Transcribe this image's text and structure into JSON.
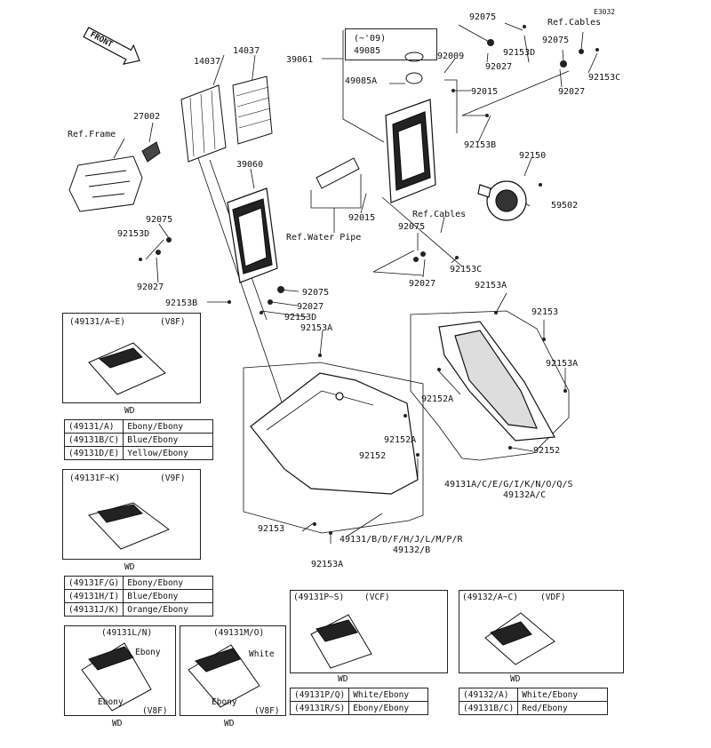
{
  "diagram_code": "E3032",
  "front_label": "FRONT",
  "part_labels": {
    "p14037a": "14037",
    "p14037b": "14037",
    "p39061": "39061",
    "p27002": "27002",
    "ref_frame": "Ref.Frame",
    "p39060": "39060",
    "p92075_l": "92075",
    "p92153d_l": "92153D",
    "p92027_l": "92027",
    "p92153b_l": "92153B",
    "p92075_m": "92075",
    "p92027_m": "92027",
    "p92153d_m": "92153D",
    "p92153a_m": "92153A",
    "bracket_09": "(~'09)",
    "p49085": "49085",
    "p49085a": "49085A",
    "p92009": "92009",
    "p92015_t": "92015",
    "p92153b_r": "92153B",
    "p92015_m": "92015",
    "ref_water_pipe": "Ref.Water Pipe",
    "p92075_r1": "92075",
    "p92075_r2": "92075",
    "p92027_r1": "92027",
    "p92153d_r": "92153D",
    "ref_cables_top": "Ref.Cables",
    "p92027_r2": "92027",
    "p92153c_r": "92153C",
    "p92150": "92150",
    "p59502": "59502",
    "ref_cables_mid": "Ref.Cables",
    "p92075_c": "92075",
    "p92027_c": "92027",
    "p92153c_c": "92153C",
    "p92153a_rt": "92153A",
    "p92153_r": "92153",
    "p92153a_r2": "92153A",
    "p92152a_r": "92152A",
    "p92152_r": "92152",
    "assy_r1": "49131A/C/E/G/I/K/N/O/Q/S",
    "assy_r2": "49132A/C",
    "p92152a_c": "92152A",
    "p92152_c": "92152",
    "p92153_c": "92153",
    "p92153a_c": "92153A",
    "assy_c1": "49131/B/D/F/H/J/L/M/P/R",
    "assy_c2": "49132/B",
    "code": "E3032"
  },
  "variant_boxes": {
    "v1": {
      "title": "(49131/A~E)",
      "tag": "(V8F)",
      "caption": "WD"
    },
    "v2": {
      "title": "(49131F~K)",
      "tag": "(V9F)",
      "caption": "WD"
    },
    "v3": {
      "title": "(49131L/N)",
      "color_note": "Ebony",
      "color_note2": "Ebony",
      "tag": "(V8F)",
      "caption": "WD"
    },
    "v4": {
      "title": "(49131M/O)",
      "color_note": "White",
      "color_note2": "Ebony",
      "tag": "(V8F)",
      "caption": "WD"
    },
    "v5": {
      "title": "(49131P~S)",
      "tag": "(VCF)",
      "caption": "WD"
    },
    "v6": {
      "title": "(49132/A~C)",
      "tag": "(VDF)",
      "caption": "WD"
    }
  },
  "color_tables": {
    "t1": [
      [
        "(49131/A)",
        "Ebony/Ebony"
      ],
      [
        "(49131B/C)",
        "Blue/Ebony"
      ],
      [
        "(49131D/E)",
        "Yellow/Ebony"
      ]
    ],
    "t2": [
      [
        "(49131F/G)",
        "Ebony/Ebony"
      ],
      [
        "(49131H/I)",
        "Blue/Ebony"
      ],
      [
        "(49131J/K)",
        "Orange/Ebony"
      ]
    ],
    "t3": [
      [
        "(49131P/Q)",
        "White/Ebony"
      ],
      [
        "(49131R/S)",
        "Ebony/Ebony"
      ]
    ],
    "t4": [
      [
        "(49132/A)",
        "White/Ebony"
      ],
      [
        "(49131B/C)",
        "Red/Ebony"
      ]
    ]
  }
}
